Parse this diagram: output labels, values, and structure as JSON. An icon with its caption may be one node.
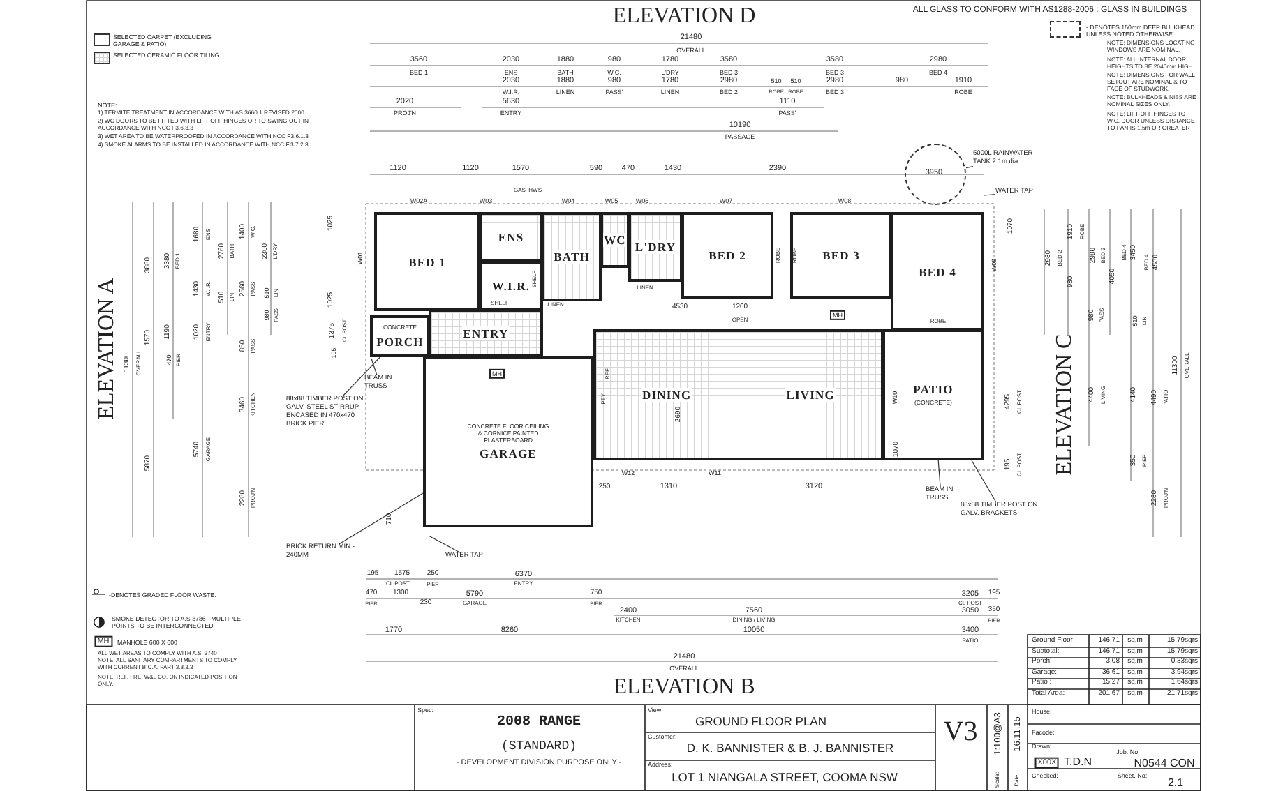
{
  "diagram": {
    "nodes": [
      {
        "text": [
          "BED 1"
        ]
      },
      {
        "text": [
          "ENS"
        ]
      },
      {
        "text": [
          "W.I.R."
        ]
      },
      {
        "text": [
          "BATH"
        ]
      },
      {
        "text": [
          "WC"
        ]
      },
      {
        "text": [
          "L'DRY"
        ]
      },
      {
        "text": [
          "BED 2"
        ]
      },
      {
        "text": [
          "BED 3"
        ]
      },
      {
        "text": [
          "BED 4"
        ]
      },
      {
        "text": [
          "CONCRETE",
          "PORCH"
        ]
      },
      {
        "text": [
          "ENTRY"
        ]
      },
      {
        "text": [
          "CONCRETE FLOOR CEILING & CORNICE PAINTED PLASTERBOARD",
          "GARAGE"
        ]
      },
      {
        "text": [
          "DINING",
          "LIVING"
        ]
      },
      {
        "text": [
          "PATIO",
          "(CONCRETE)"
        ]
      },
      {
        "text": [],
        "shape": "circle"
      },
      {
        "text": [
          "5000L RAINWATER TANK 2.1m dia."
        ]
      },
      {
        "text": [
          "WATER TAP"
        ]
      },
      {
        "text": [
          "88x88 TIMBER POST ON GALV. STEEL STIRRUP ENCASED IN 470x470 BRICK PIER"
        ]
      },
      {
        "text": [
          "BRICK RETURN MIN - 240MM"
        ]
      },
      {
        "text": [
          "WATER TAP"
        ]
      },
      {
        "text": [
          "88x88 TIMBER POST ON GALV. BRACKETS"
        ]
      },
      {
        "text": [
          "BEAM IN TRUSS"
        ]
      },
      {
        "text": [
          "BEAM IN TRUSS"
        ]
      }
    ],
    "edges": [
      {
        "from": 15,
        "to": 14,
        "arrow": "none"
      },
      {
        "from": 16,
        "to": null,
        "arrow": "none"
      },
      {
        "from": 17,
        "to": 9,
        "arrow": "none"
      },
      {
        "from": 18,
        "to": 11,
        "arrow": "none"
      },
      {
        "from": 19,
        "to": null,
        "arrow": "none"
      },
      {
        "from": 20,
        "to": 13,
        "arrow": "none"
      },
      {
        "from": 21,
        "to": null,
        "arrow": "none"
      },
      {
        "from": 22,
        "to": 13,
        "arrow": "none"
      }
    ],
    "labels": [
      "ELEVATION D",
      "ALL GLASS TO CONFORM WITH AS1288-2006 : GLASS IN BUILDINGS",
      "NOTE:",
      "1) TERMITE TREATMENT IN ACCORDANCE WITH AS 3660.1 REVISED 2000",
      "2) WC DOORS TO BE FITTED WITH LIFT-OFF HINGES OR TO SWING OUT IN ACCORDANCE WITH NCC F3.6.3.3",
      "3) WET AREA TO BE WATERPROOFED IN ACCORDANCE WITH NCC F3.6.1.3",
      "4) SMOKE ALARMS TO BE INSTALLED IN ACCORDANCE WITH NCC F.3.7.2.3",
      "NOTE: DIMENSIONS LOCATING WINDOWS ARE NOMINAL.",
      "NOTE: ALL INTERNAL DOOR HEIGHTS TO BE 2040mm HIGH",
      "NOTE: DIMENSIONS FOR WALL SETOUT ARE NOMINAL & TO FACE OF STUDWORK.",
      "NOTE: BULKHEADS & NIBS ARE NOMINAL SIZES ONLY.",
      "NOTE: LIFT-OFF HINGES TO W.C. DOOR UNLESS DISTANCE TO PAN IS 1.5m OR GREATER",
      "21480",
      "OVERALL",
      "3560",
      "2030",
      "1880",
      "980",
      "1780",
      "3580",
      "3580",
      "2980",
      "BED 1",
      "ENS",
      "BATH",
      "W.C.",
      "L'DRY",
      "BED 3",
      "BED 3",
      "BED 4",
      "2030",
      "1880",
      "980",
      "1780",
      "2980",
      "510",
      "510",
      "2980",
      "980",
      "1910",
      "W.I.R.",
      "LINEN",
      "PASS'",
      "LINEN",
      "BED 2",
      "ROBE",
      "ROBE",
      "BED 3",
      "ROBE",
      "5630",
      "ENTRY",
      "2020",
      "PROJ'N",
      "1110",
      "PASS'",
      "10190",
      "PASSAGE",
      "1120",
      "1120",
      "1570",
      "590",
      "470",
      "1430",
      "2390",
      "3950",
      "GAS_HWS",
      "W02A",
      "W03",
      "W04",
      "W05",
      "W06",
      "W07",
      "W08",
      "W01",
      "W09",
      "1070",
      "ROBE",
      "ROBE",
      "ROBE",
      "LINEN",
      "SHELF",
      "LINEN",
      "SHELF",
      "OPEN",
      "4530",
      "1200",
      "MH",
      "MH",
      "REF",
      "PTY",
      "2690",
      "W12",
      "W11",
      "W10",
      "1070",
      "250",
      "1310",
      "3120",
      "710",
      "1025",
      "1025",
      "1375",
      "195",
      "CL POST",
      "ELEVATION A",
      "11300",
      "OVERALL",
      "3880",
      "1570",
      "5870",
      "3380",
      "BED 1",
      "1190",
      "470",
      "PIER",
      "1680",
      "ENS",
      "1430",
      "W.I.R.",
      "1020",
      "ENTRY",
      "5740",
      "GARAGE",
      "2760",
      "BATH",
      "510",
      "LIN",
      "1400",
      "W.C.",
      "2560",
      "PASS",
      "850",
      "PASS",
      "3460",
      "KITCHEN",
      "2280",
      "PROJ'N",
      "2300",
      "L'DRY",
      "510",
      "LIN",
      "980",
      "PASS",
      "ELEVATION C",
      "2980",
      "BED 2",
      "1910",
      "ROBE",
      "980",
      "2980",
      "BED 3",
      "4050",
      "980",
      "PASS",
      "BED 4",
      "3450",
      "BED 4",
      "4530",
      "510",
      "LIN",
      "4400",
      "LIVING",
      "4140",
      "4490",
      "PATIO",
      "11300",
      "OVERALL",
      "2280",
      "PROJ'N",
      "350",
      "PIER",
      "4295",
      "CL POST",
      "195",
      "CL POST",
      "195",
      "1575",
      "250",
      "6370",
      "CL POST",
      "PIER",
      "ENTRY",
      "470",
      "1300",
      "5790",
      "750",
      "3205",
      "195",
      "PIER",
      "230",
      "GARAGE",
      "PIER",
      "CL POST",
      "2400",
      "7560",
      "3050",
      "350",
      "KITCHEN",
      "DINING / LIVING",
      "PIER",
      "1770",
      "8260",
      "10050",
      "3400",
      "PATIO",
      "21480",
      "OVERALL",
      "ELEVATION B",
      "ALL WET AREAS TO COMPLY WITH A.S. 3740",
      "NOTE: ALL SANITARY COMPARTMENTS TO COMPLY WITH CURRENT B.C.A. PART 3.8.3.3",
      "NOTE: REF. FRE. W&L CO. ON INDICATED POSITION ONLY.",
      "Spec:",
      "2008 RANGE",
      "(STANDARD)",
      "- DEVELOPMENT DIVISION PURPOSE ONLY -",
      "View:",
      "GROUND FLOOR PLAN",
      "Customer:",
      "D. K. BANNISTER & B. J. BANNISTER",
      "Address:",
      "LOT 1 NIANGALA STREET, COOMA NSW",
      "V3",
      "Scale:",
      "1:100@A3",
      "Date:",
      "16.11.15",
      "House:",
      "Facode:",
      "Drawn:",
      "X00X",
      "T.D.N",
      "Job. No:",
      "N0544 CON",
      "Checked:",
      "Sheet. No:",
      "2.1",
      "Ground Floor:",
      "146.71",
      "sq.m",
      "15.79sqrs",
      "Subtotal:",
      "146.71",
      "sq.m",
      "15.79sqrs",
      "Porch:",
      "3.08",
      "sq.m",
      "0.33sqrs",
      "Garage:",
      "36.61",
      "sq.m",
      "3.94sqrs",
      "Patio :",
      "15.27",
      "sq.m",
      "1.64sqrs",
      "Total Area:",
      "201.67",
      "sq.m",
      "21.71sqrs",
      "MH"
    ],
    "legend": [
      {
        "text": "SELECTED CARPET (EXCLUDING GARAGE & PATIO)"
      },
      {
        "text": "SELECTED CERAMIC FLOOR TILING"
      },
      {
        "text": "- DENOTES 150mm DEEP BULKHEAD UNLESS NOTED OTHERWISE"
      },
      {
        "text": "-DENOTES GRADED FLOOR WASTE."
      },
      {
        "text": "SMOKE DETECTOR TO A.S 3786 - MULTIPLE POINTS TO BE INTERCONNECTED"
      },
      {
        "text": "MANHOLE 600 X 600"
      }
    ]
  }
}
